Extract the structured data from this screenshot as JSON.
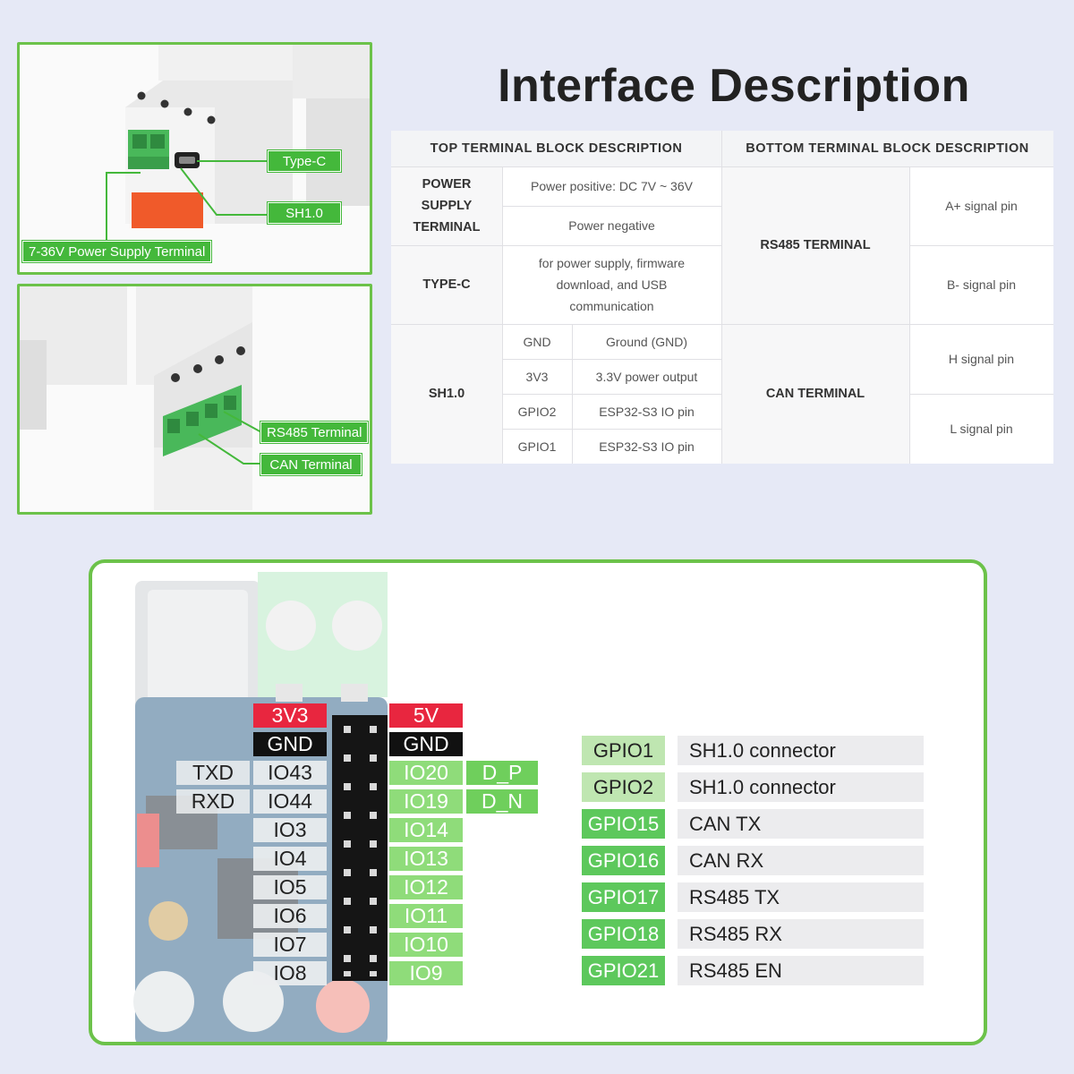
{
  "title": "Interface Description",
  "callouts": {
    "type_c": "Type-C",
    "sh10": "SH1.0",
    "power_terminal": "7-36V Power Supply Terminal",
    "rs485": "RS485 Terminal",
    "can": "CAN Terminal"
  },
  "table": {
    "head_top": "TOP TERMINAL BLOCK DESCRIPTION",
    "head_bottom": "BOTTOM TERMINAL BLOCK DESCRIPTION",
    "power_label": "POWER SUPPLY TERMINAL",
    "power_pos": "Power positive: DC 7V ~ 36V",
    "power_neg": "Power negative",
    "typec_label": "TYPE-C",
    "typec_desc": "for power supply, firmware download, and USB communication",
    "sh10_label": "SH1.0",
    "sh10_rows": [
      {
        "pin": "GND",
        "desc": "Ground (GND)"
      },
      {
        "pin": "3V3",
        "desc": "3.3V power output"
      },
      {
        "pin": "GPIO2",
        "desc": "ESP32-S3 IO pin"
      },
      {
        "pin": "GPIO1",
        "desc": "ESP32-S3 IO pin"
      }
    ],
    "rs485_label": "RS485 TERMINAL",
    "rs485_a": "A+ signal pin",
    "rs485_b": "B- signal pin",
    "can_label": "CAN TERMINAL",
    "can_h": "H signal pin",
    "can_l": "L signal pin"
  },
  "header_left": {
    "top": [
      {
        "text": "3V3",
        "style": "red"
      },
      {
        "text": "GND",
        "style": "black"
      }
    ],
    "pins": [
      "IO43",
      "IO44",
      "IO3",
      "IO4",
      "IO5",
      "IO6",
      "IO7",
      "IO8"
    ],
    "functions": [
      "TXD",
      "RXD"
    ]
  },
  "header_right": {
    "top": [
      {
        "text": "5V",
        "style": "red"
      },
      {
        "text": "GND",
        "style": "black"
      }
    ],
    "pins": [
      "IO20",
      "IO19",
      "IO14",
      "IO13",
      "IO12",
      "IO11",
      "IO10",
      "IO9"
    ],
    "functions": [
      "D_P",
      "D_N"
    ]
  },
  "gpio_map": [
    {
      "gpio": "GPIO1",
      "desc": "SH1.0 connector",
      "style": "light"
    },
    {
      "gpio": "GPIO2",
      "desc": "SH1.0 connector",
      "style": "light"
    },
    {
      "gpio": "GPIO15",
      "desc": "CAN TX",
      "style": "dark"
    },
    {
      "gpio": "GPIO16",
      "desc": "CAN RX",
      "style": "dark"
    },
    {
      "gpio": "GPIO17",
      "desc": "RS485 TX",
      "style": "dark"
    },
    {
      "gpio": "GPIO18",
      "desc": "RS485 RX",
      "style": "dark"
    },
    {
      "gpio": "GPIO21",
      "desc": "RS485 EN",
      "style": "dark"
    }
  ],
  "colors": {
    "accent_green": "#6cc24a",
    "pin_red": "#e8263f",
    "pin_black": "#111111",
    "terminal_green": "#49b85a"
  }
}
